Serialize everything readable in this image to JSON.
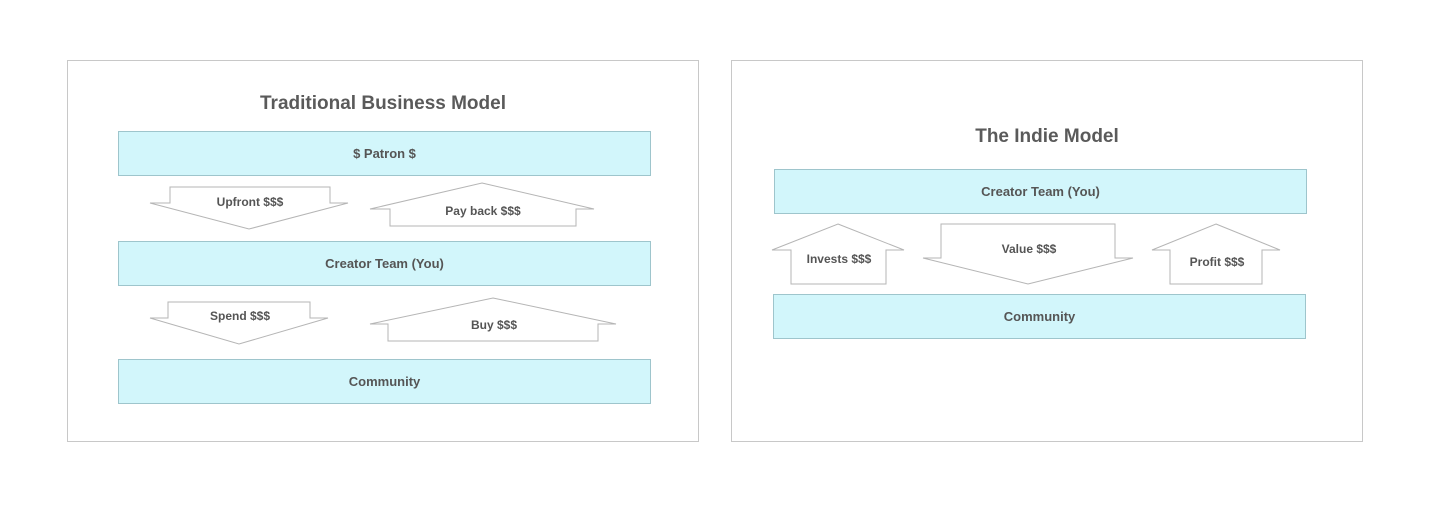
{
  "traditional": {
    "title": "Traditional Business Model",
    "patron": "$ Patron $",
    "creator": "Creator Team (You)",
    "community": "Community",
    "arrows": {
      "upfront": "Upfront $$$",
      "payback": "Pay back $$$",
      "spend": "Spend $$$",
      "buy": "Buy $$$"
    }
  },
  "indie": {
    "title": "The Indie Model",
    "creator": "Creator Team (You)",
    "community": "Community",
    "arrows": {
      "invests": "Invests $$$",
      "value": "Value $$$",
      "profit": "Profit $$$"
    }
  },
  "colors": {
    "box_fill": "#d2f6fb",
    "box_border": "#9ec5cc",
    "text": "#555555"
  }
}
